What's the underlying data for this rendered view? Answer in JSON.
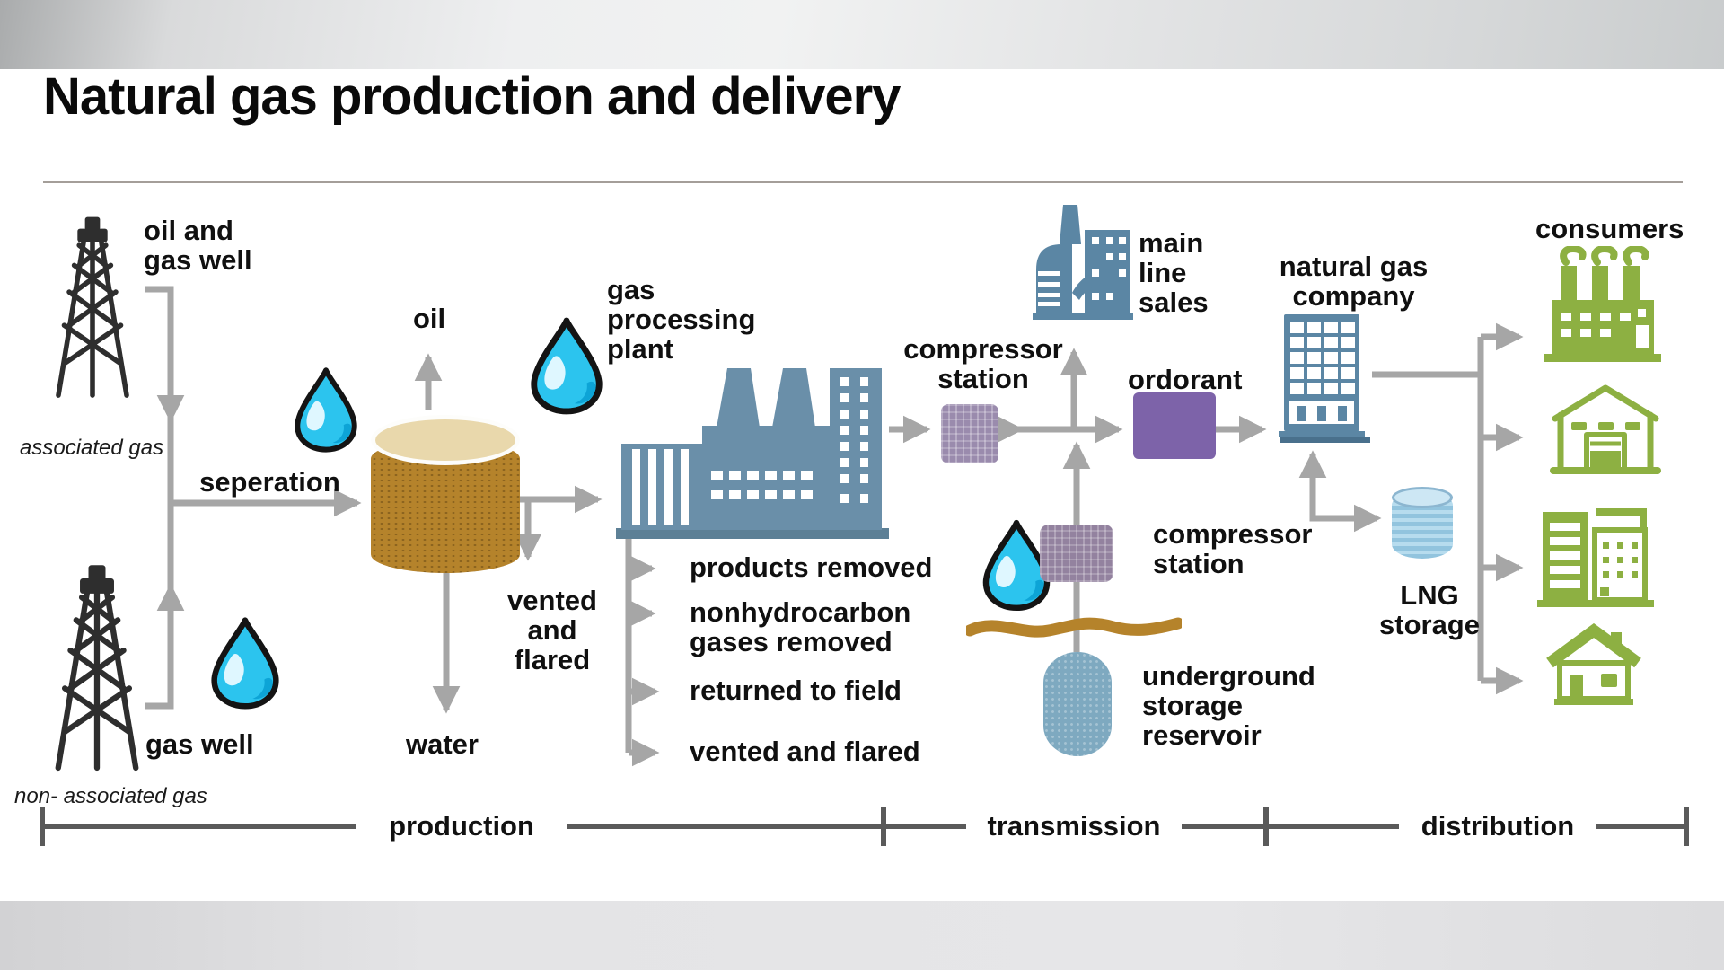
{
  "title": "Natural gas production and delivery",
  "labels": {
    "oil_and_gas_well": "oil and\ngas well",
    "associated_gas": "associated gas",
    "gas_well": "gas well",
    "non_associated_gas": "non- associated gas",
    "seperation": "seperation",
    "oil": "oil",
    "water": "water",
    "gas_processing_plant": "gas\nprocessing\nplant",
    "vented_and_flared": "vented\nand\nflared",
    "outputs": [
      "products removed",
      "nonhydrocarbon\ngases removed",
      "returned to field",
      "vented and flared"
    ],
    "compressor_station_1": "compressor\nstation",
    "main_line_sales": "main\nline\nsales",
    "ordorant": "ordorant",
    "natural_gas_company": "natural gas\ncompany",
    "compressor_station_2": "compressor\nstation",
    "underground_storage_reservoir": "underground\nstorage\nreservoir",
    "lng_storage": "LNG\nstorage",
    "consumers": "consumers"
  },
  "timeline": {
    "phases": [
      "production",
      "transmission",
      "distribution"
    ]
  },
  "icons": {
    "oil_derrick": "black lattice drilling rig tower",
    "droplet": "cyan gas/liquid drop with dark outline",
    "separator_tank": "gold cylindrical separator tank",
    "gas_processing_plant": "blue factory with chimneys and tower",
    "main_line_sales_plant": "blue factory with round tank and stack",
    "natural_gas_company_building": "blue office building with window grid",
    "compressor_box": "mauve textured square",
    "ordorant_box": "purple rectangle",
    "underground_reservoir": "blue rounded capsule tank",
    "lng_tank": "light blue striped cylinder",
    "ground_wave": "gold wavy ground line",
    "consumer_factory": "green industrial factory with smoke",
    "consumer_warehouse": "green warehouse outline",
    "consumer_buildings": "green commercial buildings",
    "consumer_house": "green residential house"
  },
  "colors": {
    "line": "#a6a6a6",
    "timeline": "#5a5a5a",
    "text": "#101010",
    "derrick_black": "#2e2e2e",
    "drop_cyan": "#2cc4ee",
    "tank_gold": "#b5832b",
    "tank_top": "#e9d8ac",
    "plant_blue": "#6a8fa9",
    "building_blue": "#5b86a4",
    "compressor_mauve": "#9a8bad",
    "ordorant_purple": "#7d63a9",
    "reservoir_blue": "#7ea9c0",
    "lng_blue": "#b7dcee",
    "consumer_green": "#8db042"
  },
  "flows": [
    {
      "from": "oil and gas well",
      "to": "seperation",
      "note": "associated gas"
    },
    {
      "from": "gas well",
      "to": "seperation",
      "note": "non- associated gas"
    },
    {
      "from": "seperation",
      "to": "separator tank"
    },
    {
      "from": "separator tank",
      "to": "oil"
    },
    {
      "from": "separator tank",
      "to": "water"
    },
    {
      "from": "separator tank",
      "to": "vented and flared"
    },
    {
      "from": "separator tank",
      "to": "gas processing plant"
    },
    {
      "from": "gas processing plant",
      "to": "products removed"
    },
    {
      "from": "gas processing plant",
      "to": "nonhydrocarbon gases removed"
    },
    {
      "from": "gas processing plant",
      "to": "returned to field"
    },
    {
      "from": "gas processing plant",
      "to": "vented and flared"
    },
    {
      "from": "gas processing plant",
      "to": "compressor station"
    },
    {
      "from": "compressor station",
      "to": "ordorant"
    },
    {
      "from": "pipeline",
      "to": "main line sales"
    },
    {
      "from": "underground storage reservoir",
      "to": "pipeline",
      "via": "compressor station"
    },
    {
      "from": "ordorant",
      "to": "natural gas company"
    },
    {
      "from": "natural gas company",
      "to": "LNG storage"
    },
    {
      "from": "natural gas company",
      "to": "consumers"
    }
  ]
}
